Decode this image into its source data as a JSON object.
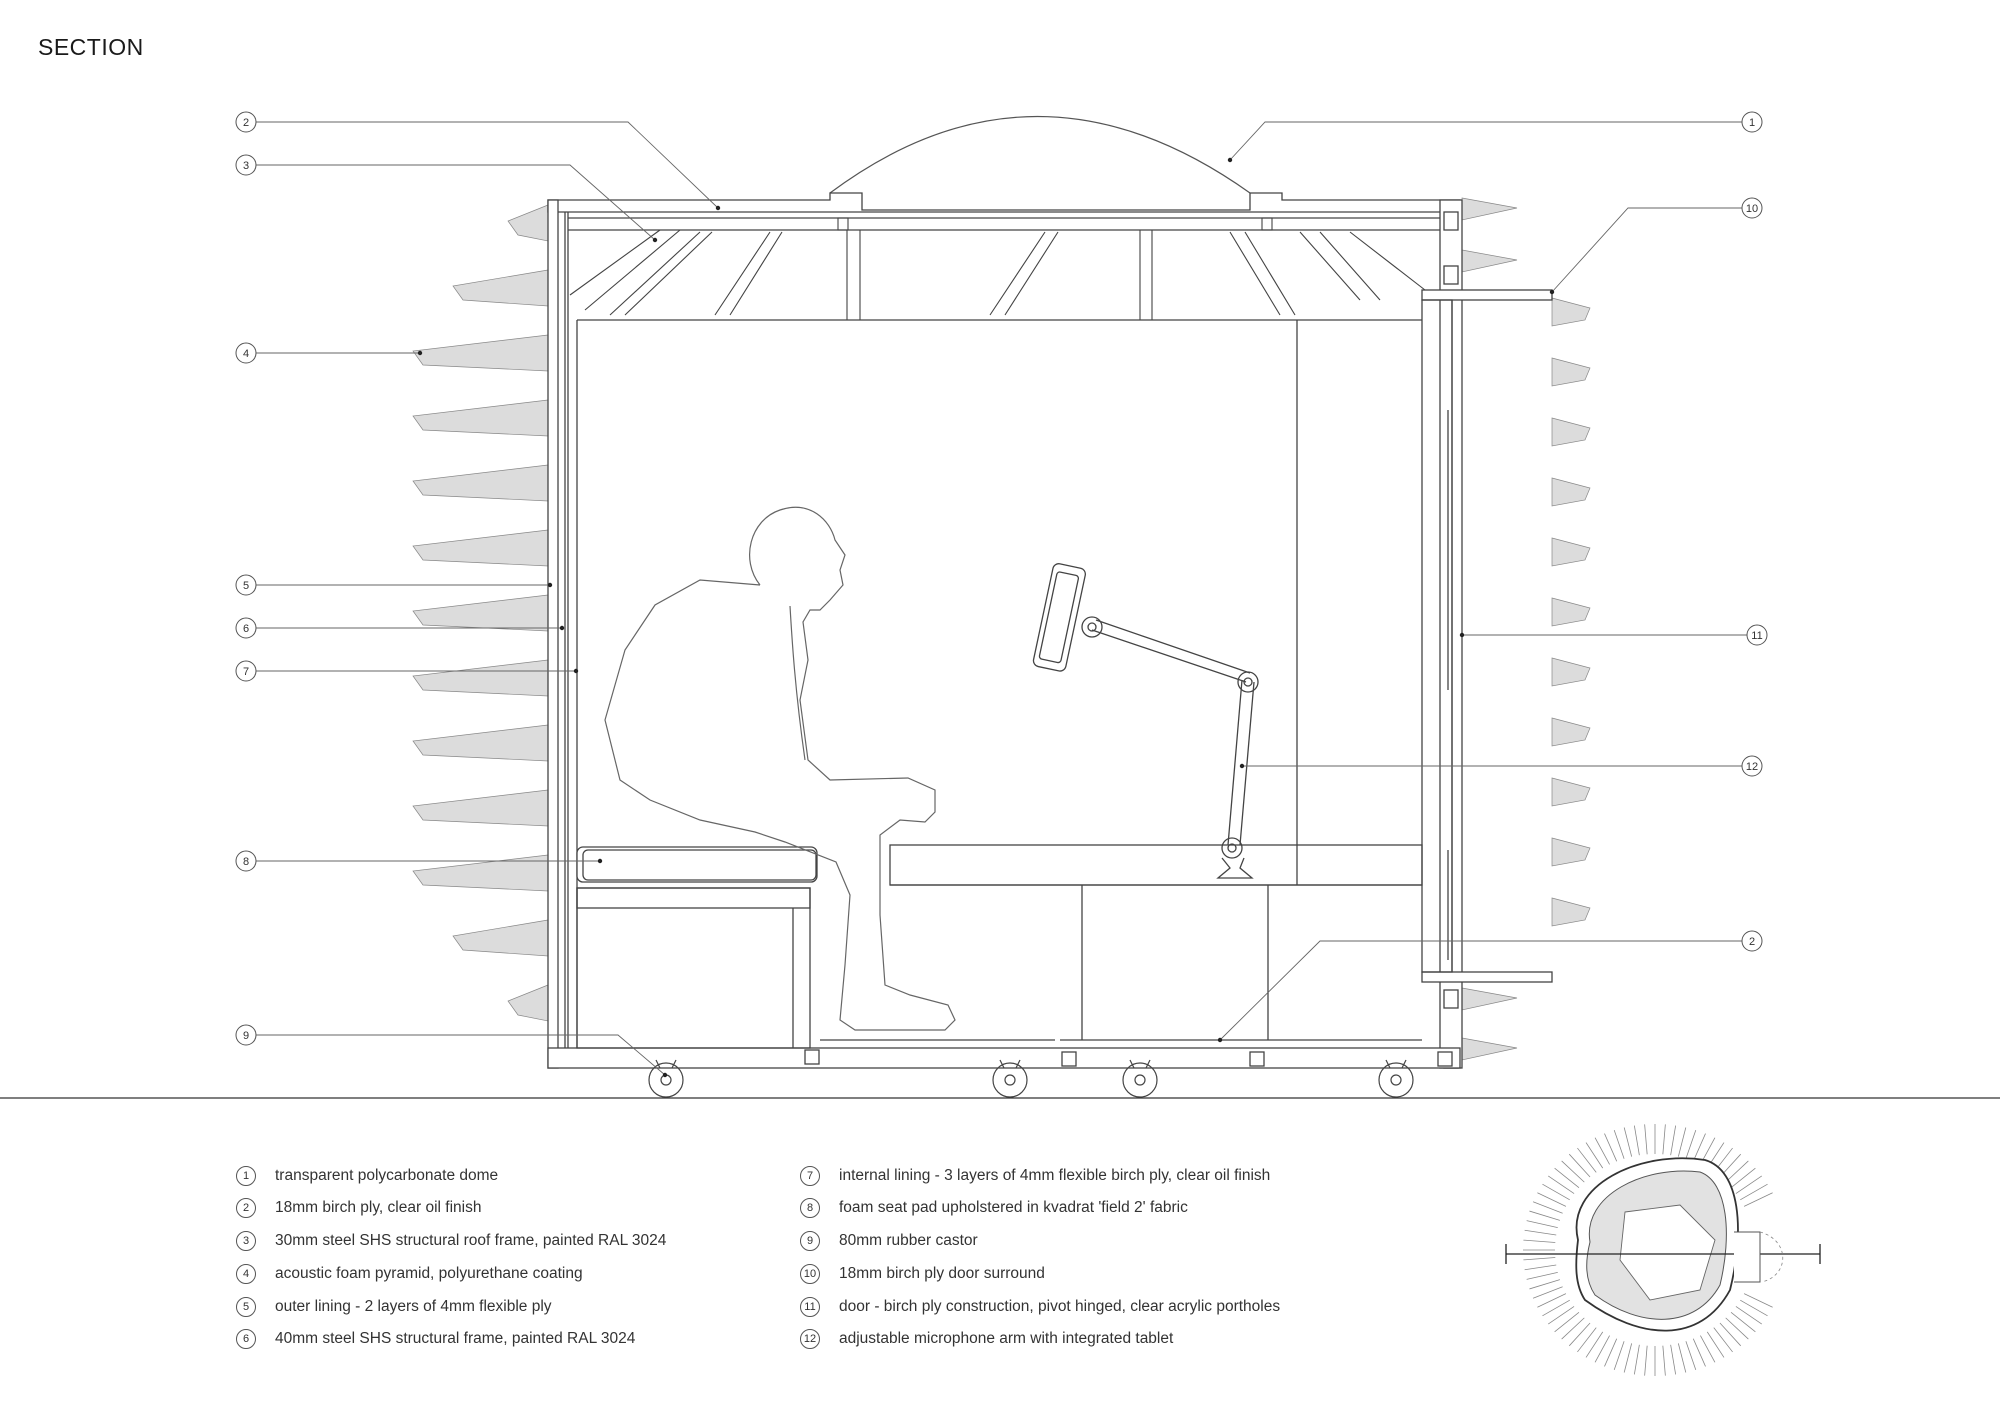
{
  "title": "SECTION",
  "callout_numbers": [
    "1",
    "2",
    "3",
    "4",
    "5",
    "6",
    "7",
    "8",
    "9",
    "10",
    "11",
    "12",
    "2"
  ],
  "legend": [
    {
      "num": "1",
      "text": "transparent polycarbonate dome"
    },
    {
      "num": "2",
      "text": "18mm birch ply, clear oil finish"
    },
    {
      "num": "3",
      "text": "30mm steel SHS structural roof frame, painted RAL 3024"
    },
    {
      "num": "4",
      "text": "acoustic foam pyramid, polyurethane coating"
    },
    {
      "num": "5",
      "text": "outer lining - 2 layers of 4mm flexible ply"
    },
    {
      "num": "6",
      "text": "40mm steel SHS structural frame, painted RAL 3024"
    },
    {
      "num": "7",
      "text": "internal lining - 3 layers of 4mm flexible birch ply, clear oil finish"
    },
    {
      "num": "8",
      "text": "foam seat pad upholstered in kvadrat 'field 2' fabric"
    },
    {
      "num": "9",
      "text": "80mm rubber castor"
    },
    {
      "num": "10",
      "text": "18mm birch ply door surround"
    },
    {
      "num": "11",
      "text": "door - birch ply construction, pivot hinged, clear acrylic portholes"
    },
    {
      "num": "12",
      "text": "adjustable microphone arm with integrated tablet"
    }
  ],
  "colors": {
    "line": "#444444",
    "foam": "#dcdcdc",
    "plan_fill": "#e2e2e2"
  }
}
